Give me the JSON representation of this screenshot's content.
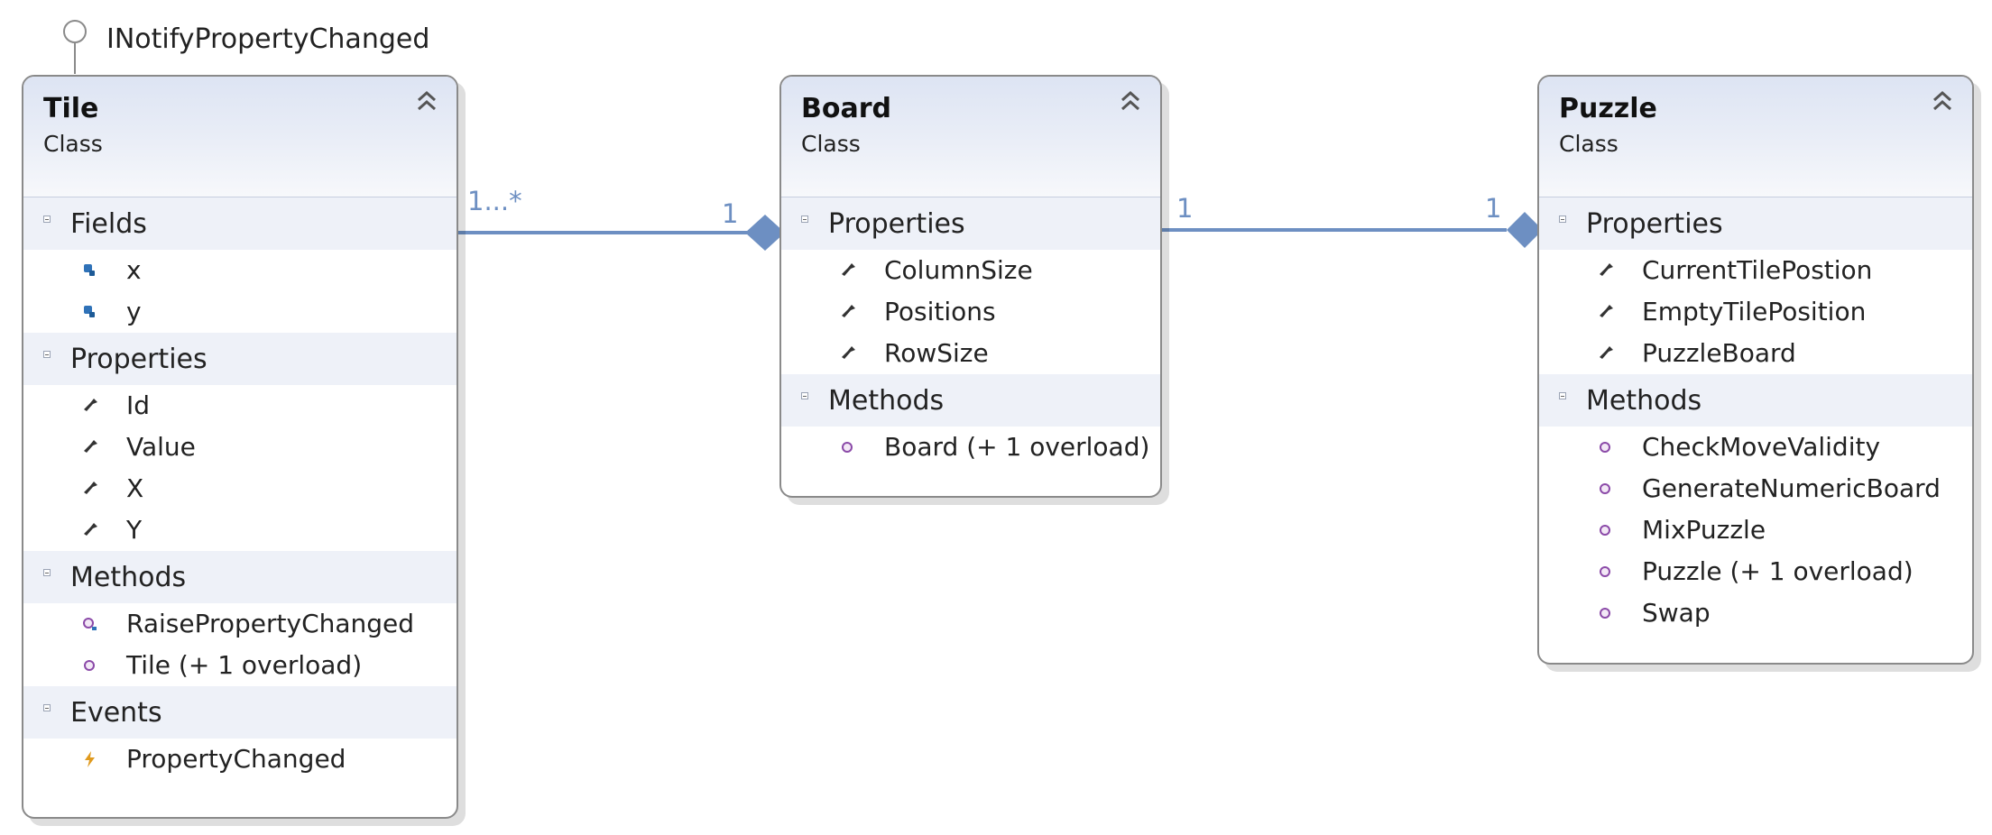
{
  "interface": {
    "name": "INotifyPropertyChanged"
  },
  "classes": [
    {
      "name": "Tile",
      "stereotype": "Class",
      "sections": [
        {
          "label": "Fields",
          "members": [
            {
              "name": "x",
              "icon": "field-icon"
            },
            {
              "name": "y",
              "icon": "field-icon"
            }
          ]
        },
        {
          "label": "Properties",
          "members": [
            {
              "name": "Id",
              "icon": "property-icon"
            },
            {
              "name": "Value",
              "icon": "property-icon"
            },
            {
              "name": "X",
              "icon": "property-icon"
            },
            {
              "name": "Y",
              "icon": "property-icon"
            }
          ]
        },
        {
          "label": "Methods",
          "members": [
            {
              "name": "RaisePropertyChanged",
              "icon": "private-method-icon"
            },
            {
              "name": "Tile (+ 1 overload)",
              "icon": "method-icon"
            }
          ]
        },
        {
          "label": "Events",
          "members": [
            {
              "name": "PropertyChanged",
              "icon": "event-icon"
            }
          ]
        }
      ]
    },
    {
      "name": "Board",
      "stereotype": "Class",
      "sections": [
        {
          "label": "Properties",
          "members": [
            {
              "name": "ColumnSize",
              "icon": "property-icon"
            },
            {
              "name": "Positions",
              "icon": "property-icon"
            },
            {
              "name": "RowSize",
              "icon": "property-icon"
            }
          ]
        },
        {
          "label": "Methods",
          "members": [
            {
              "name": "Board (+ 1 overload)",
              "icon": "method-icon"
            }
          ]
        }
      ]
    },
    {
      "name": "Puzzle",
      "stereotype": "Class",
      "sections": [
        {
          "label": "Properties",
          "members": [
            {
              "name": "CurrentTilePostion",
              "icon": "property-icon"
            },
            {
              "name": "EmptyTilePosition",
              "icon": "property-icon"
            },
            {
              "name": "PuzzleBoard",
              "icon": "property-icon"
            }
          ]
        },
        {
          "label": "Methods",
          "members": [
            {
              "name": "CheckMoveValidity",
              "icon": "method-icon"
            },
            {
              "name": "GenerateNumericBoard",
              "icon": "method-icon"
            },
            {
              "name": "MixPuzzle",
              "icon": "method-icon"
            },
            {
              "name": "Puzzle (+ 1 overload)",
              "icon": "method-icon"
            },
            {
              "name": "Swap",
              "icon": "method-icon"
            }
          ]
        }
      ]
    }
  ],
  "associations": [
    {
      "from": "Tile",
      "to": "Board",
      "source_multiplicity": "1...*",
      "target_multiplicity": "1"
    },
    {
      "from": "Board",
      "to": "Puzzle",
      "source_multiplicity": "1",
      "target_multiplicity": "1"
    }
  ],
  "colors": {
    "connector": "#6d8fc2",
    "border": "#8a8a8a",
    "header": "#dde4f3",
    "section": "#eef1f8"
  }
}
